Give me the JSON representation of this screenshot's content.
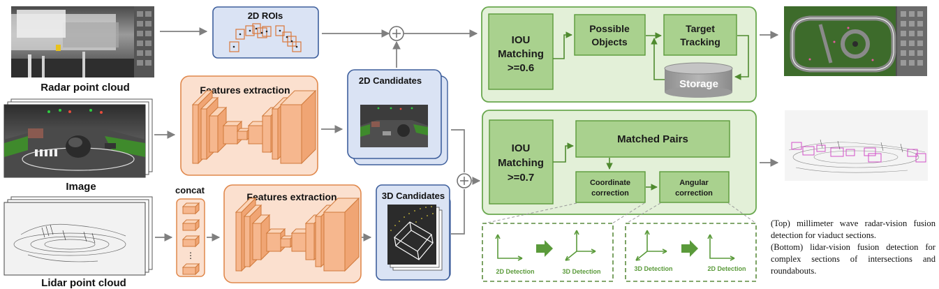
{
  "inputs": {
    "radar": "Radar point cloud",
    "image": "Image",
    "lidar": "Lidar point cloud"
  },
  "rois": {
    "title": "2D ROIs"
  },
  "features_top": {
    "title": "Features extraction"
  },
  "features_bottom": {
    "title": "Features extraction"
  },
  "concat": {
    "label": "concat",
    "dots": "⋮"
  },
  "cand2d": {
    "title": "2D Candidates"
  },
  "cand3d": {
    "title": "3D Candidates"
  },
  "top_panel": {
    "iou": [
      "IOU",
      "Matching",
      ">=0.6"
    ],
    "possible": [
      "Possible",
      "Objects"
    ],
    "tracking": [
      "Target",
      "Tracking"
    ],
    "storage": "Storage"
  },
  "bottom_panel": {
    "iou": [
      "IOU",
      "Matching",
      ">=0.7"
    ],
    "matched": "Matched Pairs",
    "coord": [
      "Coordinate",
      "correction"
    ],
    "angular": [
      "Angular",
      "correction"
    ]
  },
  "detail_left": {
    "from": "2D Detection",
    "to": "3D Detection"
  },
  "detail_right": {
    "from": "3D Detection",
    "to": "2D Detection"
  },
  "caption": {
    "top": "(Top) millimeter wave radar-vision fusion detection for viaduct sections.",
    "bottom": "(Bottom) lidar-vision fusion detection for complex sections of intersections and roundabouts."
  },
  "colors": {
    "roi_fill": "#dae3f4",
    "roi_border": "#3e5f9c",
    "orange_fill": "#fbe0cf",
    "orange_border": "#e0884c",
    "green_panel": "#e3f0d8",
    "green_box": "#a9d18e",
    "green_border": "#6aa84f",
    "arrow": "#7f7f7f"
  }
}
